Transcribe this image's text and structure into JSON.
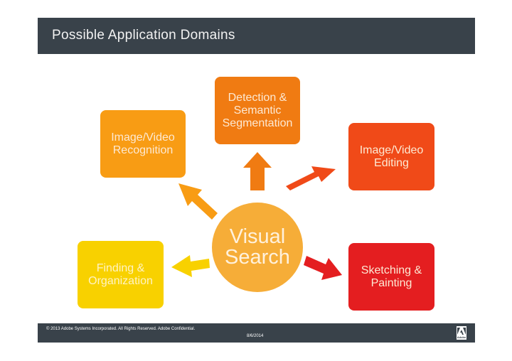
{
  "header": {
    "title": "Possible Application Domains"
  },
  "center": {
    "label": "Visual\nSearch",
    "color": "#f6ad38"
  },
  "domains": [
    {
      "label": "Detection &\nSemantic\nSegmentation",
      "color": "#f07b12"
    },
    {
      "label": "Image/Video\nRecognition",
      "color": "#f89c14"
    },
    {
      "label": "Image/Video\nEditing",
      "color": "#f04a18"
    },
    {
      "label": "Finding &\nOrganization",
      "color": "#f8d100"
    },
    {
      "label": "Sketching &\nPainting",
      "color": "#e41e20"
    }
  ],
  "footer": {
    "copyright": "© 2013 Adobe Systems Incorporated.  All Rights Reserved.  Adobe Confidential.",
    "date": "8/6/2014",
    "logo_text": "Adobe"
  }
}
